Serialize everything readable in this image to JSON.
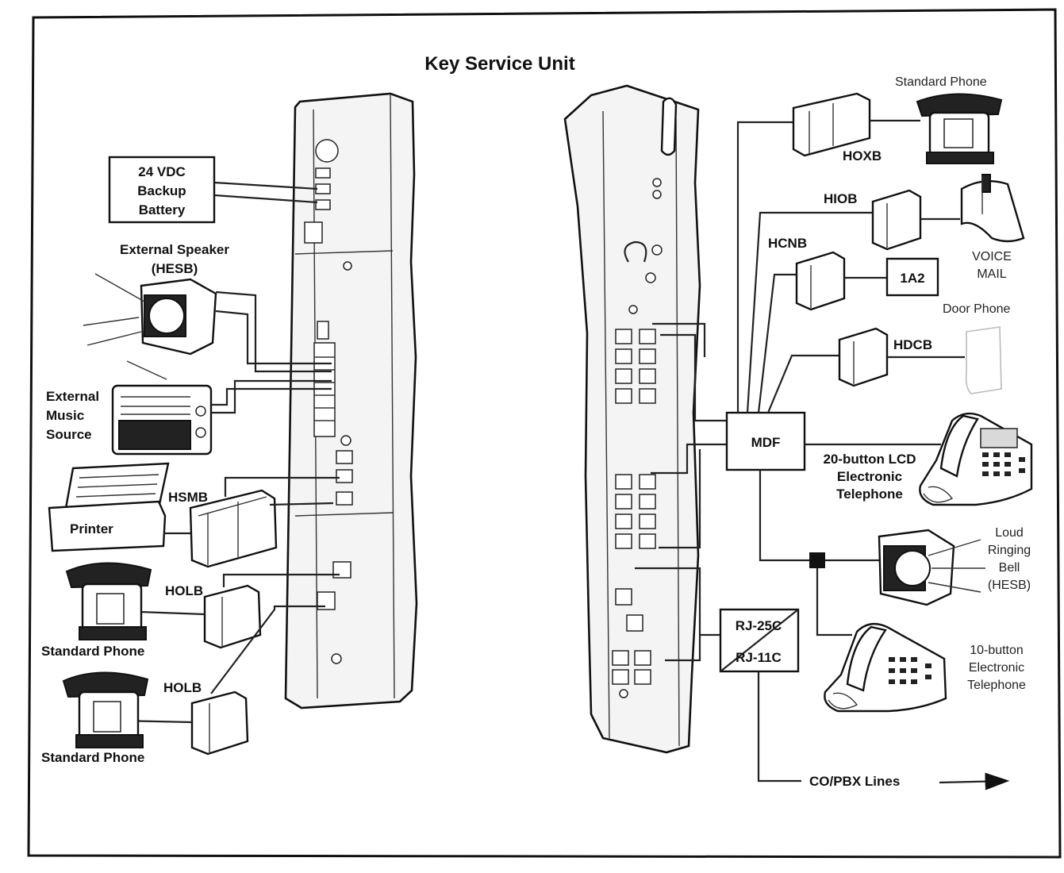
{
  "title": "Key Service Unit",
  "labels": {
    "battery": [
      "24 VDC",
      "Backup",
      "Battery"
    ],
    "speaker": [
      "External Speaker",
      "(HESB)"
    ],
    "music": [
      "External",
      "Music",
      "Source"
    ],
    "printer": "Printer",
    "hsmb": "HSMB",
    "holb_1": "HOLB",
    "holb_2": "HOLB",
    "std_phone_1": "Standard Phone",
    "std_phone_2": "Standard Phone",
    "std_phone_top": "Standard Phone",
    "hoxb": "HOXB",
    "hiob": "HIOB",
    "voice_mail": [
      "VOICE",
      "MAIL"
    ],
    "hcnb": "HCNB",
    "a1a2": "1A2",
    "door_phone": "Door Phone",
    "hdcb": "HDCB",
    "mdf": "MDF",
    "lcd_phone": [
      "20-button LCD",
      "Electronic",
      "Telephone"
    ],
    "bell": [
      "Loud",
      "Ringing",
      "Bell",
      "(HESB)"
    ],
    "rj25c": "RJ-25C",
    "rj11c": "RJ-11C",
    "btn10_phone": [
      "10-button",
      "Electronic",
      "Telephone"
    ],
    "co_lines": "CO/PBX Lines"
  }
}
